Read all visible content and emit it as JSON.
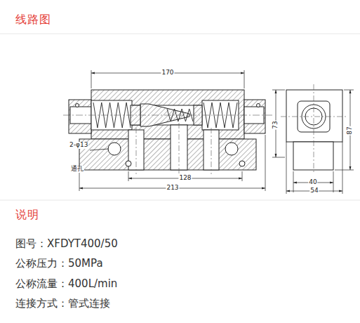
{
  "diagram": {
    "title": "线路图",
    "labels": [
      "170",
      "2-φ13",
      "通孔",
      "128",
      "213",
      "73",
      "87",
      "40",
      "54",
      "说明",
      "图号：XFDYT400/50",
      "公称压力：50MPa",
      "公称流量：400L/min",
      "连接方式：管式连接"
    ]
  }
}
